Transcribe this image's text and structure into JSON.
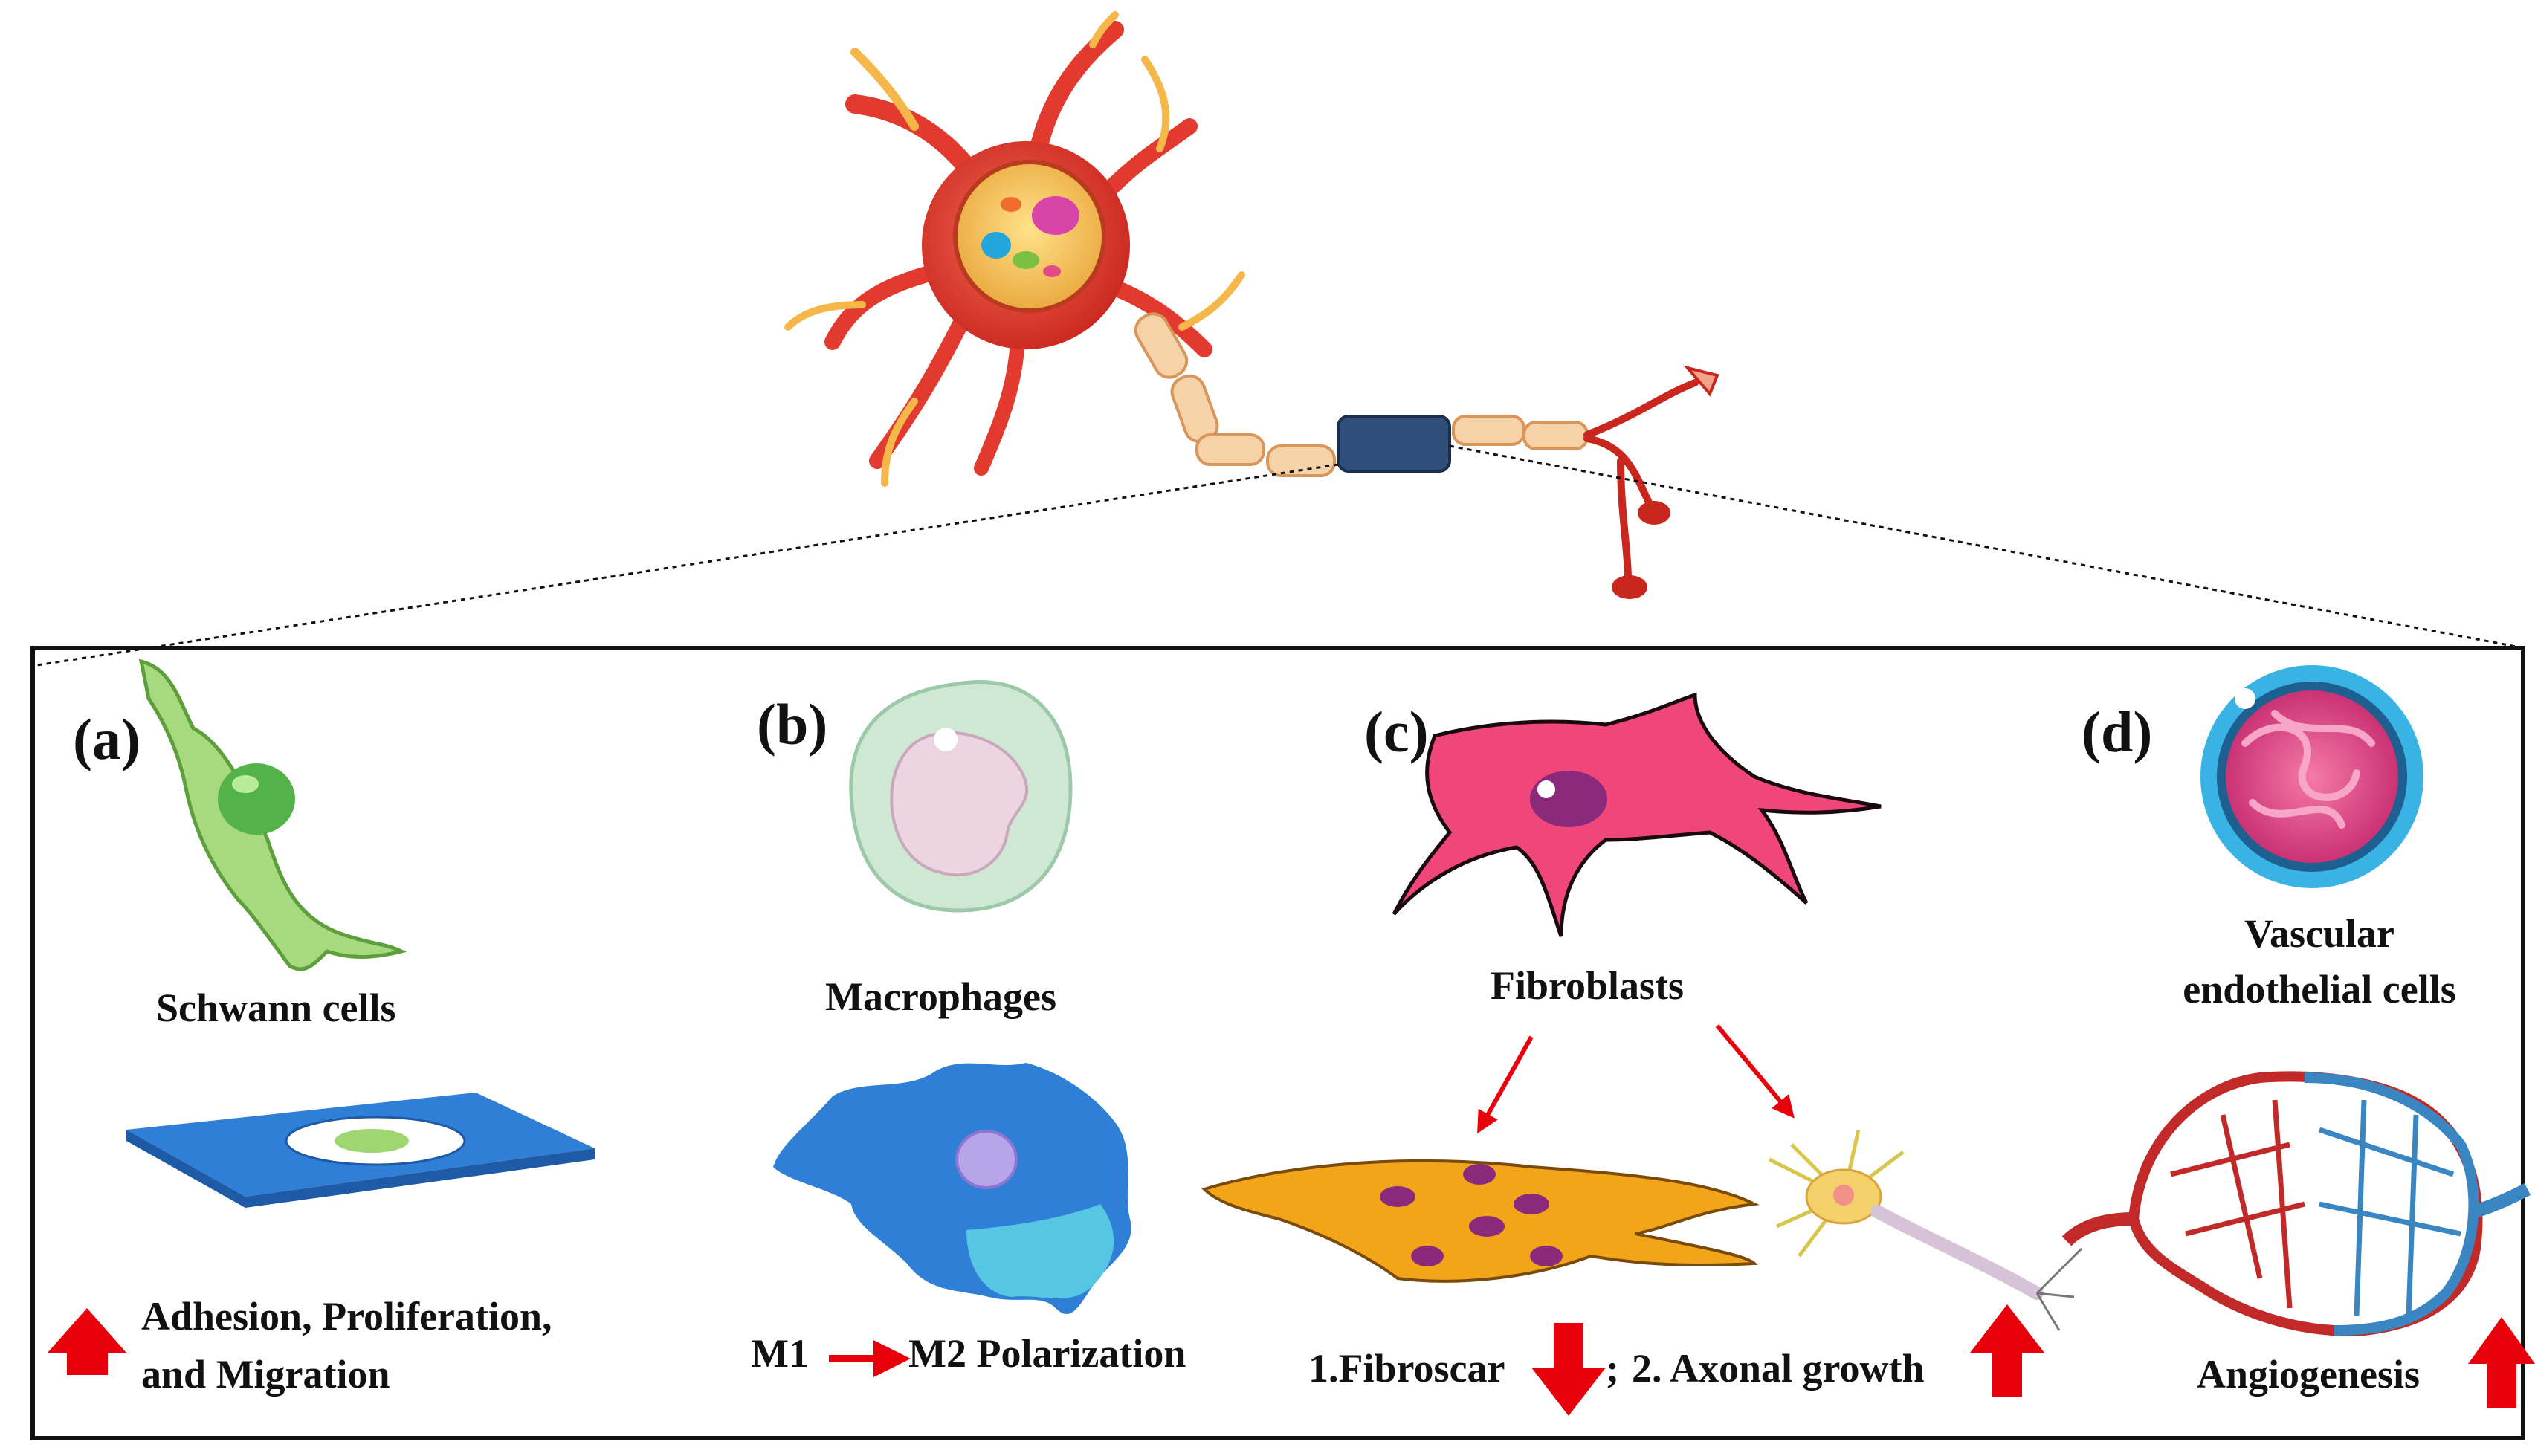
{
  "panels": {
    "a": {
      "letter": "(a)",
      "cell_label": "Schwann cells",
      "effect_line1": "Adhesion,   Proliferation,",
      "effect_line2": "and Migration"
    },
    "b": {
      "letter": "(b)",
      "cell_label": "Macrophages",
      "polar_m1": "M1",
      "polar_m2": "M2 Polarization"
    },
    "c": {
      "letter": "(c)",
      "cell_label": "Fibroblasts",
      "effect1": "1.Fibroscar",
      "separator": ";",
      "effect2": "2. Axonal growth"
    },
    "d": {
      "letter": "(d)",
      "cell_label_line1": "Vascular",
      "cell_label_line2": "endothelial cells",
      "effect": "Angiogenesis"
    }
  },
  "colors": {
    "neuron_body": "#e23a2e",
    "nucleus": "#f4c25a",
    "axon_myelin": "#f6d2a8",
    "conduit": "#2f4f7a",
    "schwann": "#8ccf63",
    "macrophage_pale": "#cfe8d4",
    "macrophage_blue": "#2f7fd6",
    "fibroblast": "#f0467a",
    "fibroblast_group": "#f3a51a",
    "endothelial_ring": "#38b3e3",
    "up_down_arrow": "#e8000b",
    "frame": "#111111"
  }
}
